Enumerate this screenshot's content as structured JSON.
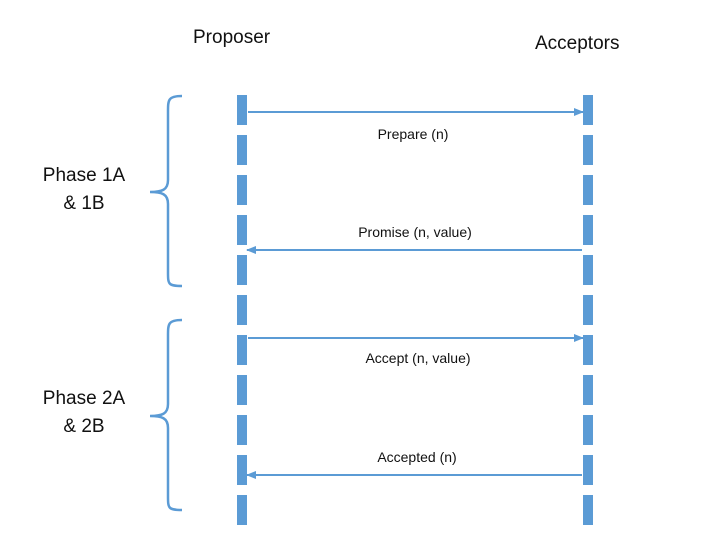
{
  "headers": {
    "proposer": "Proposer",
    "acceptors": "Acceptors"
  },
  "phases": [
    {
      "line1": "Phase 1A",
      "line2": "& 1B"
    },
    {
      "line1": "Phase 2A",
      "line2": "& 2B"
    }
  ],
  "messages": [
    {
      "label": "Prepare (n)",
      "direction": "right"
    },
    {
      "label": "Promise (n, value)",
      "direction": "left"
    },
    {
      "label": "Accept (n, value)",
      "direction": "right"
    },
    {
      "label": "Accepted (n)",
      "direction": "left"
    }
  ],
  "colors": {
    "lifeline": "#5b9bd5",
    "arrow": "#5b9bd5",
    "brace": "#5b9bd5",
    "text": "#111111"
  }
}
